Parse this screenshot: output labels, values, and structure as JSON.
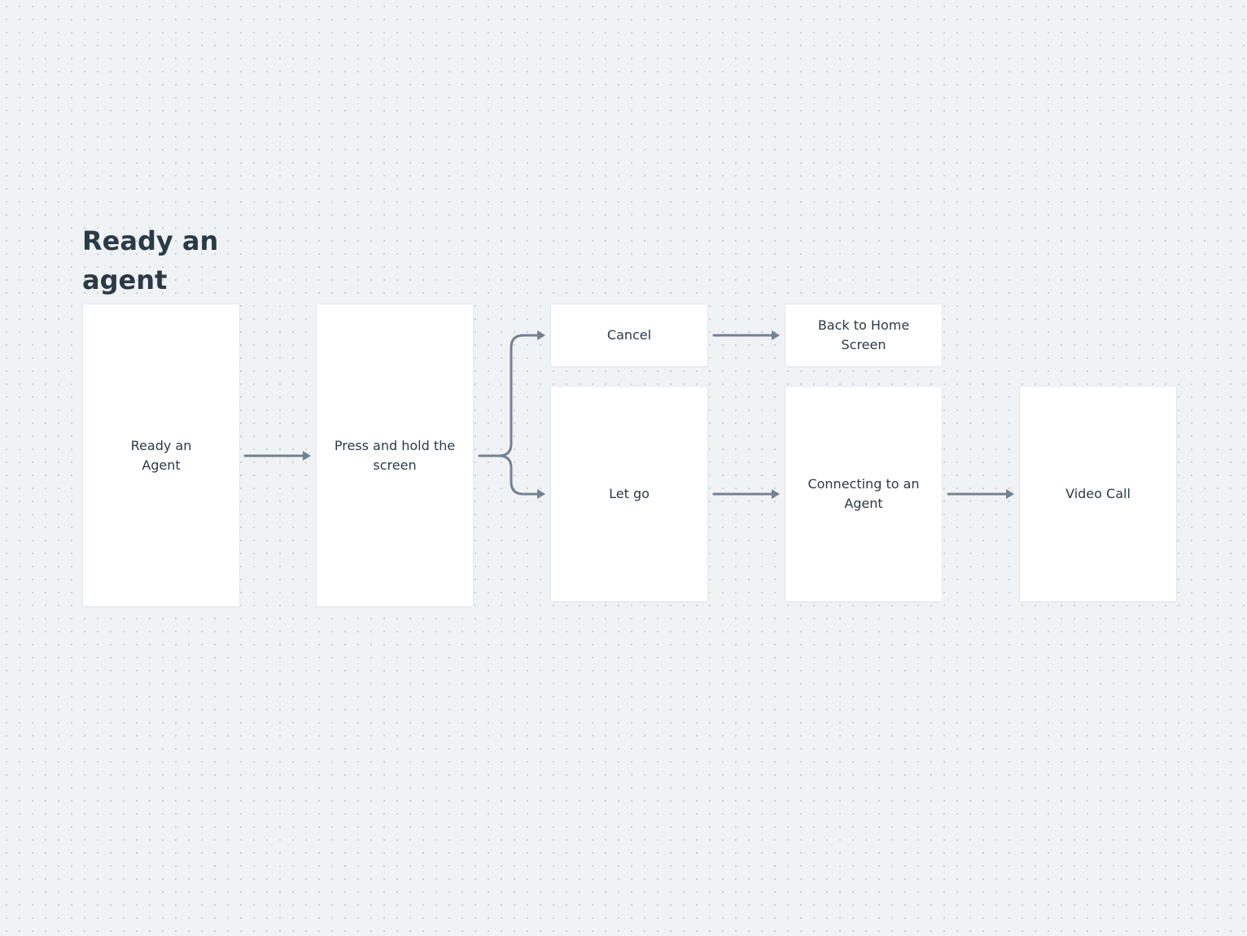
{
  "title": "Ready an\nagent",
  "nodes": {
    "ready_agent": "Ready an\nAgent",
    "press_hold": "Press and hold the\nscreen",
    "cancel": "Cancel",
    "back_home": "Back to Home Screen",
    "let_go": "Let go",
    "connecting": "Connecting to an\nAgent",
    "video_call": "Video Call"
  },
  "colors": {
    "background": "#f0f3f6",
    "card": "#ffffff",
    "text": "#2b3a47",
    "connector": "#75828f"
  }
}
